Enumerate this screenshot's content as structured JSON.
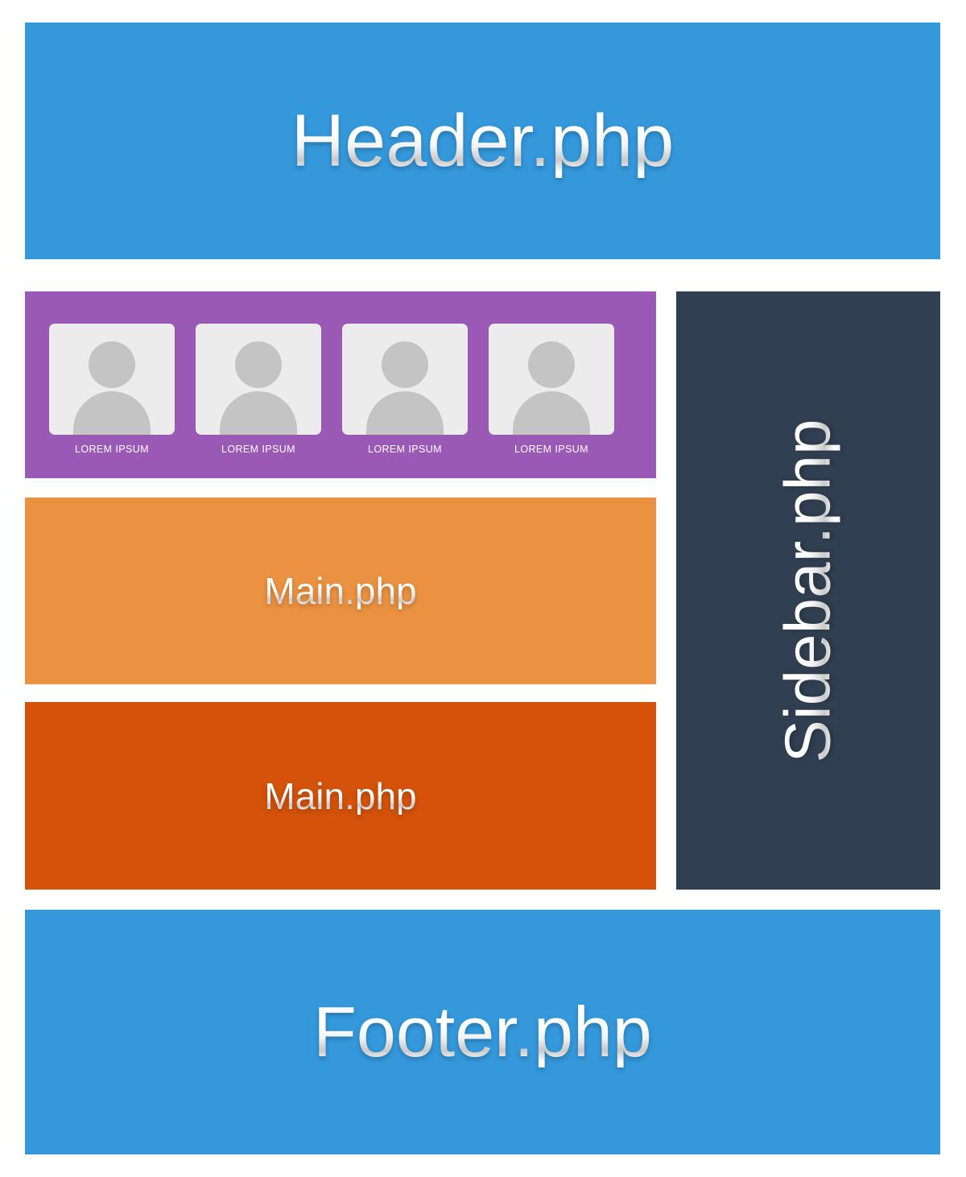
{
  "layout_diagram": {
    "header": {
      "label": "Header.php",
      "color": "#3498db"
    },
    "gallery": {
      "color": "#9b59b6",
      "cards": [
        {
          "caption": "LOREM IPSUM",
          "icon": "user-avatar-placeholder-icon"
        },
        {
          "caption": "LOREM IPSUM",
          "icon": "user-avatar-placeholder-icon"
        },
        {
          "caption": "LOREM IPSUM",
          "icon": "user-avatar-placeholder-icon"
        },
        {
          "caption": "LOREM IPSUM",
          "icon": "user-avatar-placeholder-icon"
        }
      ],
      "card_bg": "#ececec",
      "avatar_color": "#c4c4c4"
    },
    "main_primary": {
      "label": "Main.php",
      "color": "#eb9242"
    },
    "main_secondary": {
      "label": "Main.php",
      "color": "#d4520a"
    },
    "sidebar": {
      "label": "Sidebar.php",
      "color": "#303f51",
      "orientation": "vertical-rotated-90-ccw"
    },
    "footer": {
      "label": "Footer.php",
      "color": "#3498db"
    }
  }
}
